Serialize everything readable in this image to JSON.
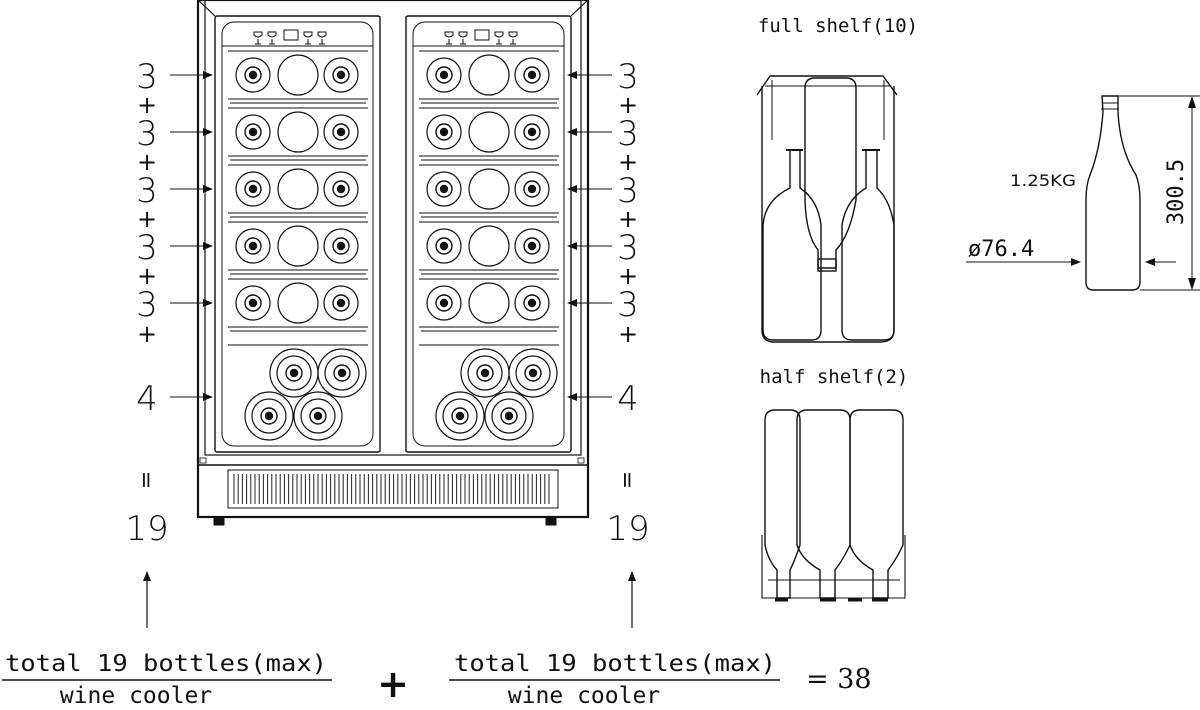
{
  "left_column": {
    "shelf_counts": [
      "3",
      "3",
      "3",
      "3",
      "3",
      "4"
    ],
    "plus_sign": "+",
    "equals_sign": "=",
    "total": "19"
  },
  "right_column": {
    "shelf_counts": [
      "3",
      "3",
      "3",
      "3",
      "3",
      "4"
    ],
    "plus_sign": "+",
    "equals_sign": "=",
    "total": "19"
  },
  "full_shelf_label": "full shelf(10)",
  "half_shelf_label": "half shelf(2)",
  "bottle": {
    "weight": "1.25KG",
    "diameter": "ø76.4",
    "height": "300.5"
  },
  "equation": {
    "left_numerator": "total 19 bottles(max)",
    "left_denominator": "wine cooler",
    "plus": "+",
    "right_numerator": "total 19 bottles(max)",
    "right_denominator": "wine cooler",
    "result": "= 38"
  }
}
